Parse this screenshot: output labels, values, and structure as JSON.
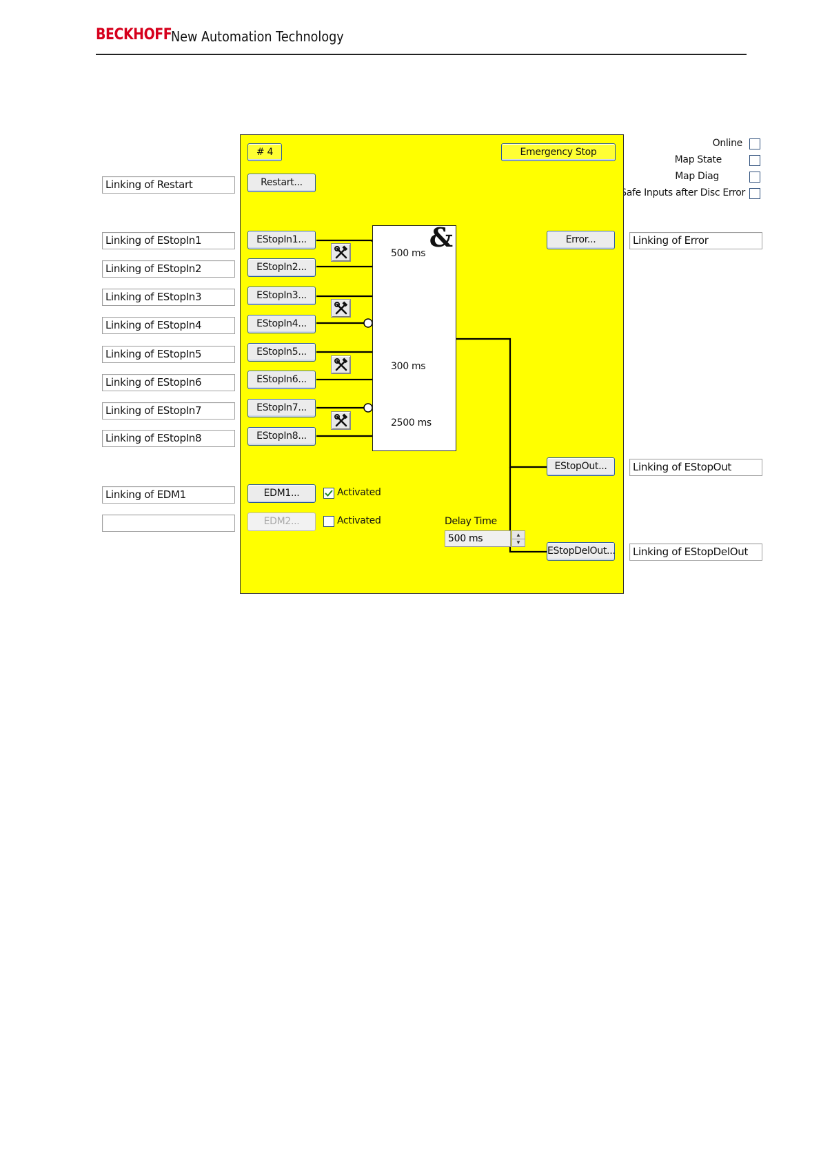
{
  "header": {
    "brand": "BECKHOFF",
    "tagline": "New Automation Technology"
  },
  "fb": {
    "number_button": "# 4",
    "type_button": "Emergency Stop",
    "restart_button": "Restart...",
    "error_button": "Error...",
    "estopout_button": "EStopOut...",
    "estopdelout_button": "EStopDelOut...",
    "inputs": [
      "EStopIn1...",
      "EStopIn2...",
      "EStopIn3...",
      "EStopIn4...",
      "EStopIn5...",
      "EStopIn6...",
      "EStopIn7...",
      "EStopIn8..."
    ],
    "edm1_button": "EDM1...",
    "edm2_button": "EDM2...",
    "and_symbol": "&",
    "delays": [
      "500 ms",
      "300 ms",
      "2500 ms"
    ],
    "edm1_activated_label": "Activated",
    "edm1_activated": true,
    "edm2_activated_label": "Activated",
    "edm2_activated": false,
    "delay_time_label": "Delay Time",
    "delay_time_value": "500 ms"
  },
  "links_left": {
    "restart": "Linking of Restart",
    "inputs": [
      "Linking of EStopIn1",
      "Linking of EStopIn2",
      "Linking of EStopIn3",
      "Linking of EStopIn4",
      "Linking of EStopIn5",
      "Linking of EStopIn6",
      "Linking of EStopIn7",
      "Linking of EStopIn8"
    ],
    "edm1": "Linking of EDM1",
    "edm2": ""
  },
  "links_right": {
    "error": "Linking of Error",
    "estopout": "Linking of EStopOut",
    "estopdelout": "Linking of EStopDelOut"
  },
  "options": [
    {
      "label": "Online",
      "checked": false
    },
    {
      "label": "Map State",
      "checked": false
    },
    {
      "label": "Map Diag",
      "checked": false
    },
    {
      "label": "Safe Inputs after Disc Error",
      "checked": false
    }
  ],
  "icons": {
    "tool": "hammer-wrench-icon",
    "checkmark": "checkmark-icon"
  },
  "colors": {
    "panel": "#ffff00",
    "brand": "#d6001c"
  }
}
